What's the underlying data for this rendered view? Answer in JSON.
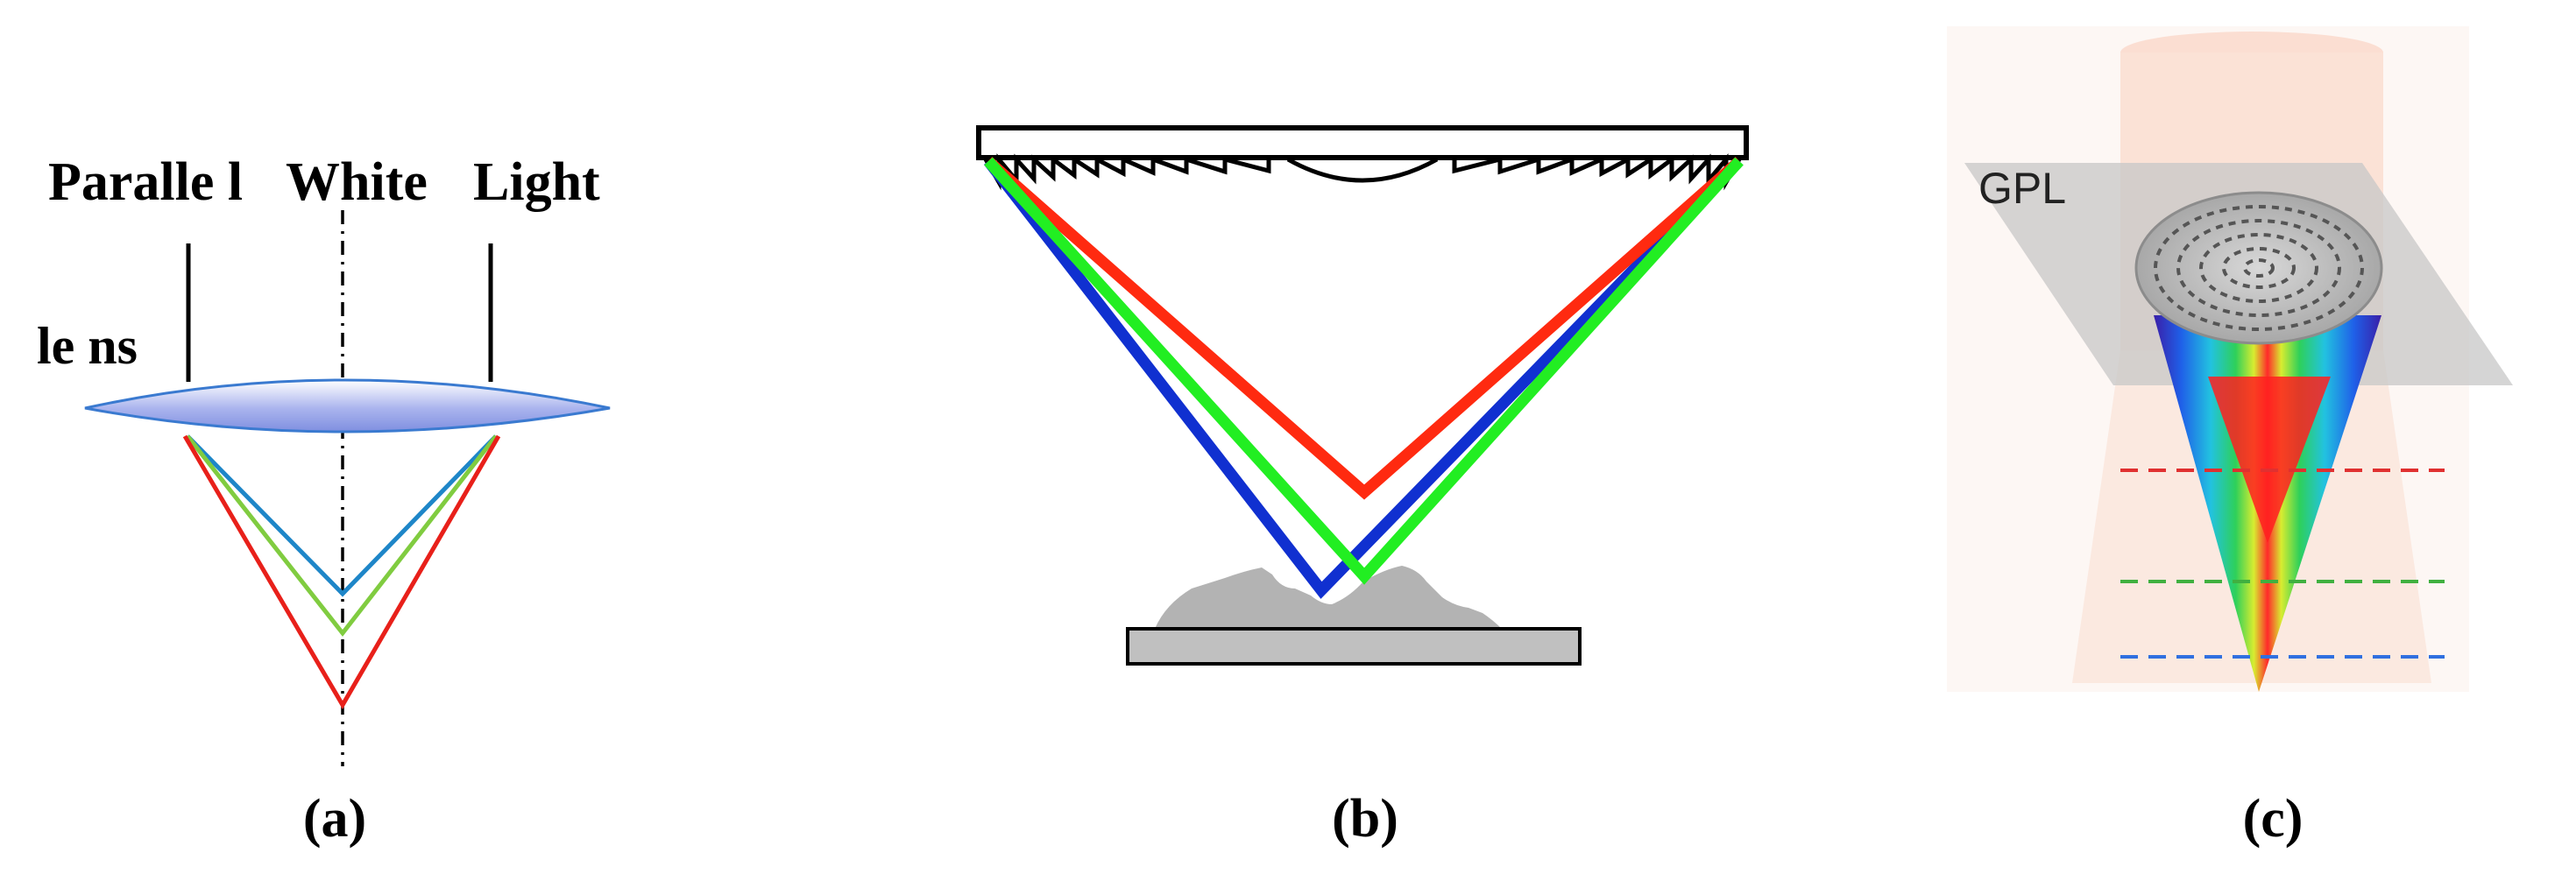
{
  "panel_a": {
    "heading_words": [
      "Paralle l",
      "White",
      "Light"
    ],
    "lens_label": "le ns",
    "caption": "(a)"
  },
  "panel_b": {
    "caption": "(b)"
  },
  "panel_c": {
    "plate_label": "GPL",
    "caption": "(c)"
  },
  "colors": {
    "red": "#ff2a10",
    "green": "#22ee22",
    "blue": "#1030d0",
    "thin_red": "#e8201a",
    "thin_green": "#80cc40",
    "thin_blue": "#1e86c8",
    "lens_fill": "#aab4ee",
    "sample_gray": "#b3b3b3",
    "stage_gray": "#c0c0c0"
  }
}
